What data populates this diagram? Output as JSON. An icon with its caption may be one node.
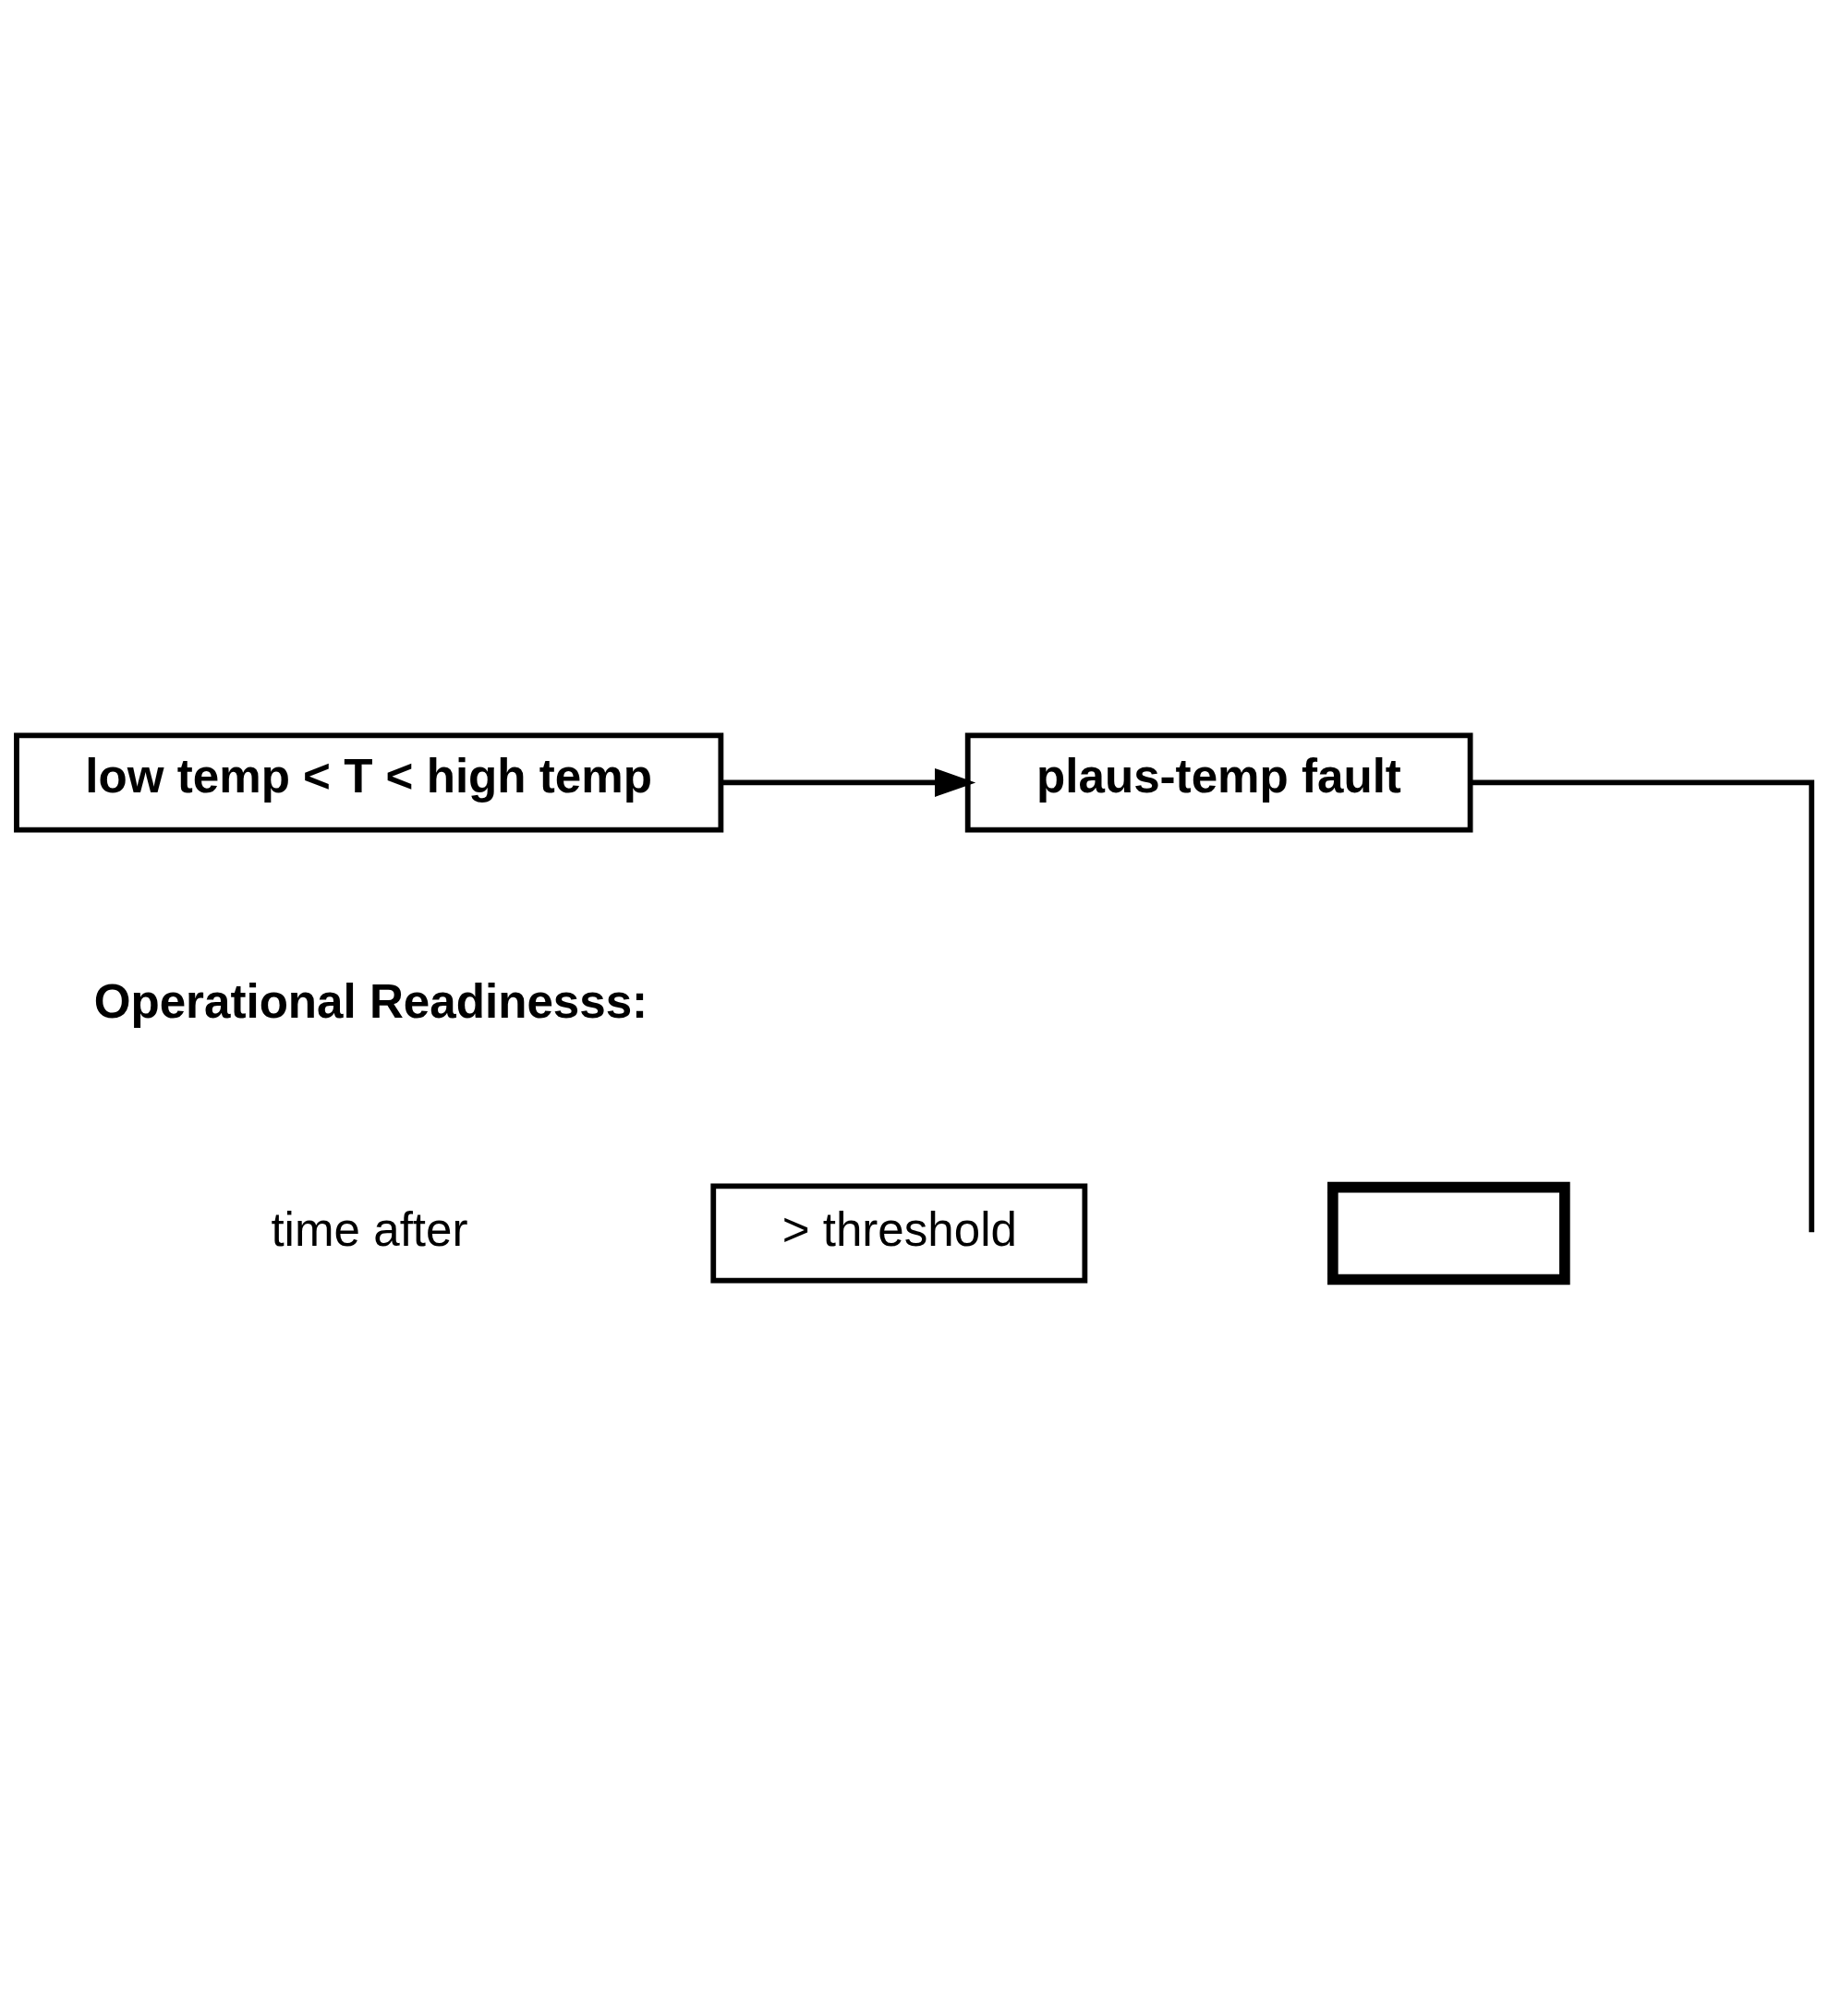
{
  "diagram": {
    "nodes": [
      {
        "text": [
          "low temp < T < high temp"
        ]
      },
      {
        "text": [
          "plaus-temp fault"
        ]
      },
      {
        "text": [
          "> threshold"
        ]
      },
      {
        "text": [],
        "shape": "box"
      }
    ],
    "edges": [
      {
        "from": 0,
        "to": 1,
        "arrow": "to"
      },
      {
        "from": 1,
        "to": null,
        "arrow": "none"
      }
    ],
    "labels": [
      "Operational Readinesss:",
      "time after"
    ]
  }
}
